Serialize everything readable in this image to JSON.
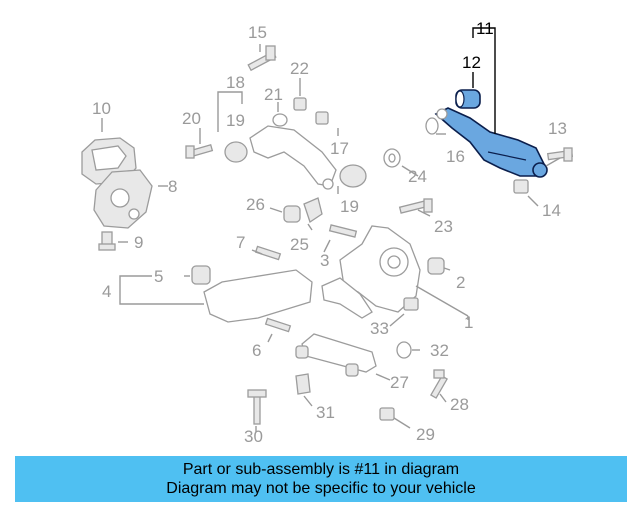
{
  "diagram": {
    "callouts": [
      {
        "id": "n1",
        "label": "1",
        "highlight": false
      },
      {
        "id": "n2",
        "label": "2",
        "highlight": false
      },
      {
        "id": "n3",
        "label": "3",
        "highlight": false
      },
      {
        "id": "n4",
        "label": "4",
        "highlight": false
      },
      {
        "id": "n5",
        "label": "5",
        "highlight": false
      },
      {
        "id": "n6",
        "label": "6",
        "highlight": false
      },
      {
        "id": "n7",
        "label": "7",
        "highlight": false
      },
      {
        "id": "n8",
        "label": "8",
        "highlight": false
      },
      {
        "id": "n9",
        "label": "9",
        "highlight": false
      },
      {
        "id": "n10",
        "label": "10",
        "highlight": false
      },
      {
        "id": "n11",
        "label": "11",
        "highlight": true
      },
      {
        "id": "n12",
        "label": "12",
        "highlight": true
      },
      {
        "id": "n13",
        "label": "13",
        "highlight": false
      },
      {
        "id": "n14",
        "label": "14",
        "highlight": false
      },
      {
        "id": "n15",
        "label": "15",
        "highlight": false
      },
      {
        "id": "n16",
        "label": "16",
        "highlight": false
      },
      {
        "id": "n17",
        "label": "17",
        "highlight": false
      },
      {
        "id": "n18",
        "label": "18",
        "highlight": false
      },
      {
        "id": "n19a",
        "label": "19",
        "highlight": false
      },
      {
        "id": "n19b",
        "label": "19",
        "highlight": false
      },
      {
        "id": "n20",
        "label": "20",
        "highlight": false
      },
      {
        "id": "n21",
        "label": "21",
        "highlight": false
      },
      {
        "id": "n22",
        "label": "22",
        "highlight": false
      },
      {
        "id": "n23",
        "label": "23",
        "highlight": false
      },
      {
        "id": "n24",
        "label": "24",
        "highlight": false
      },
      {
        "id": "n25",
        "label": "25",
        "highlight": false
      },
      {
        "id": "n26",
        "label": "26",
        "highlight": false
      },
      {
        "id": "n27",
        "label": "27",
        "highlight": false
      },
      {
        "id": "n28",
        "label": "28",
        "highlight": false
      },
      {
        "id": "n29",
        "label": "29",
        "highlight": false
      },
      {
        "id": "n30",
        "label": "30",
        "highlight": false
      },
      {
        "id": "n31",
        "label": "31",
        "highlight": false
      },
      {
        "id": "n32",
        "label": "32",
        "highlight": false
      },
      {
        "id": "n33",
        "label": "33",
        "highlight": false
      }
    ],
    "colors": {
      "highlight_part": "#6aa7e0",
      "highlight_outline": "#0b1f4d",
      "inactive": "#9a9a9a"
    }
  },
  "banner": {
    "line1": "Part or sub-assembly is #11 in diagram",
    "line2": "Diagram may not be specific to your vehicle",
    "color": "#4fc0f2"
  }
}
